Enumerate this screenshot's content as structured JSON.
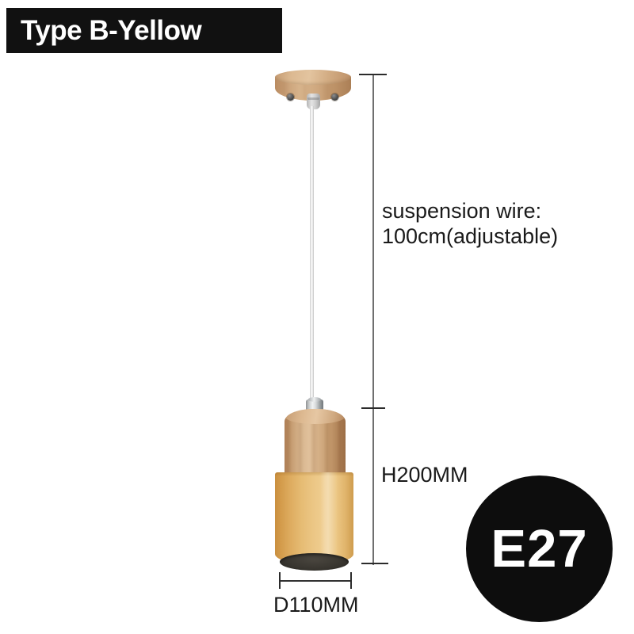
{
  "product": {
    "variant_label": "Type B-Yellow",
    "socket_type": "E27"
  },
  "specs": {
    "suspension_line1": "suspension wire:",
    "suspension_line2": "100cm(adjustable)",
    "height_label": "H200MM",
    "diameter_label": "D110MM"
  },
  "colors": {
    "badge_background": "#111111",
    "badge_text": "#ffffff",
    "shade_yellow": "#e6bc74",
    "shade_yellow_dark": "#c98f3f",
    "shade_yellow_light": "#f0cf92",
    "wood": "#d3ad83",
    "wood_dark": "#9a6c44",
    "wire": "#f2f2f2",
    "chrome": "#d5d8d9",
    "shade_interior": "#3a3731",
    "dimension_line": "#6f6f6f",
    "page_background": "#ffffff"
  },
  "icons": {
    "canopy": "ceiling-canopy-icon",
    "screw": "screw-icon",
    "bulb_socket": "e27-socket-badge-icon"
  }
}
